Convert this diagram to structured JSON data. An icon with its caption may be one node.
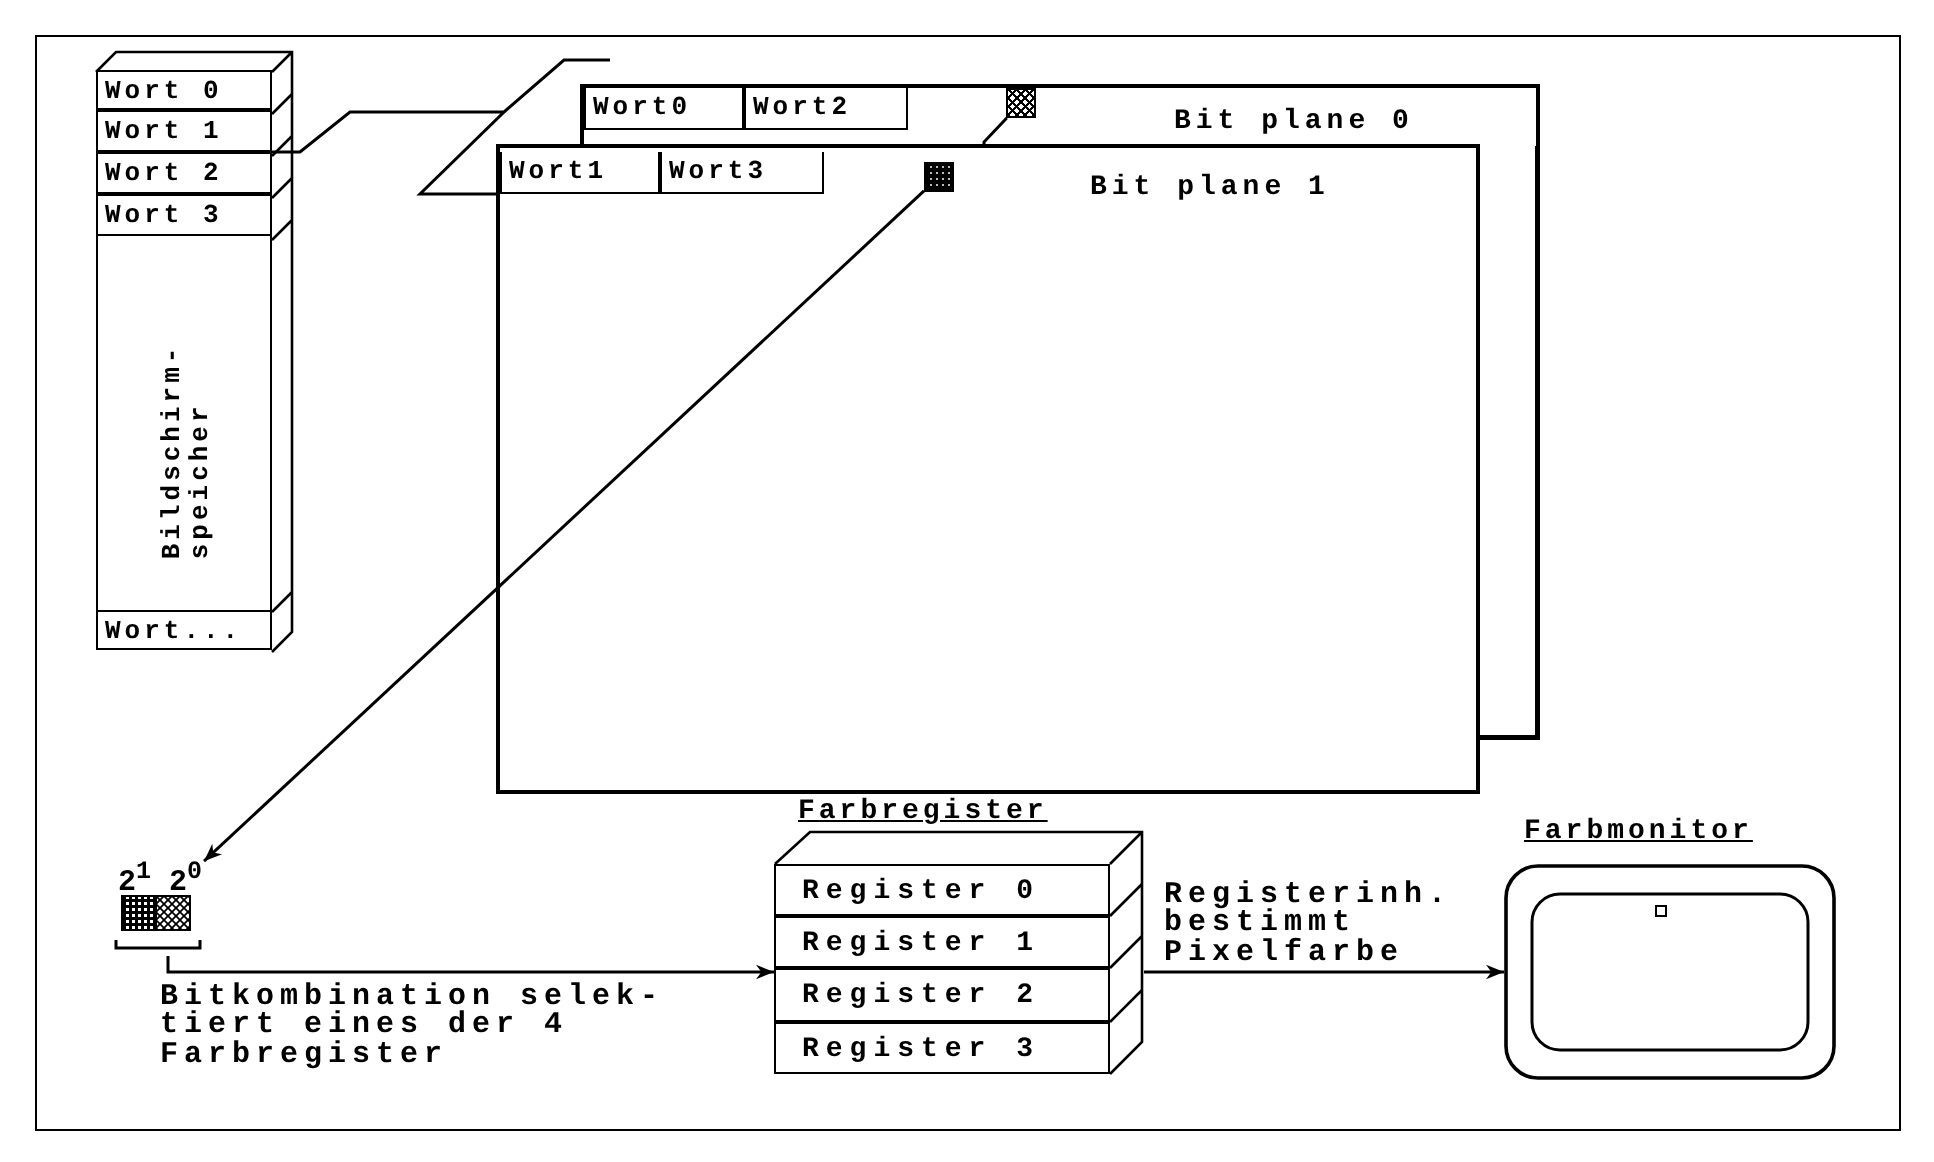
{
  "diagram": {
    "nodes": [
      {
        "text": [
          "Bildschirm- speicher"
        ]
      },
      {
        "text": [
          "Wort 0"
        ],
        "in": 0
      },
      {
        "text": [
          "Wort 1"
        ],
        "in": 0
      },
      {
        "text": [
          "Wort 2"
        ],
        "in": 0
      },
      {
        "text": [
          "Wort 3"
        ],
        "in": 0
      },
      {
        "text": [
          "Wort..."
        ],
        "in": 0
      },
      {
        "text": [
          "Bit plane 0"
        ]
      },
      {
        "text": [
          "Wort0"
        ],
        "in": 6
      },
      {
        "text": [
          "Wort2"
        ],
        "in": 6
      },
      {
        "text": [],
        "shape": "box",
        "in": 6
      },
      {
        "text": [
          "Bit plane 1"
        ]
      },
      {
        "text": [
          "Wort1"
        ],
        "in": 10
      },
      {
        "text": [
          "Wort3"
        ],
        "in": 10
      },
      {
        "text": [],
        "shape": "box",
        "in": 10
      },
      {
        "text": [
          "2$^{1}$ 2$^{0}$"
        ]
      },
      {
        "text": [
          "Farbregister"
        ]
      },
      {
        "text": [
          "Register 0"
        ],
        "in": 15
      },
      {
        "text": [
          "Register 1"
        ],
        "in": 15
      },
      {
        "text": [
          "Register 2"
        ],
        "in": 15
      },
      {
        "text": [
          "Register 3"
        ],
        "in": 15
      },
      {
        "text": [
          "Farbmonitor"
        ]
      }
    ],
    "edges": [
      {
        "from": 2,
        "to": 10,
        "arrow": "none"
      },
      {
        "from": 9,
        "to": 10,
        "arrow": "none"
      },
      {
        "from": 13,
        "to": 14,
        "arrow": "to"
      },
      {
        "from": 14,
        "to": 15,
        "arrow": "to",
        "label": "Bitkombination selek- tiert eines der 4 Farbregister"
      },
      {
        "from": 15,
        "to": 20,
        "arrow": "to",
        "label": "Registerinh. bestimmt Pixelfarbe"
      }
    ]
  }
}
